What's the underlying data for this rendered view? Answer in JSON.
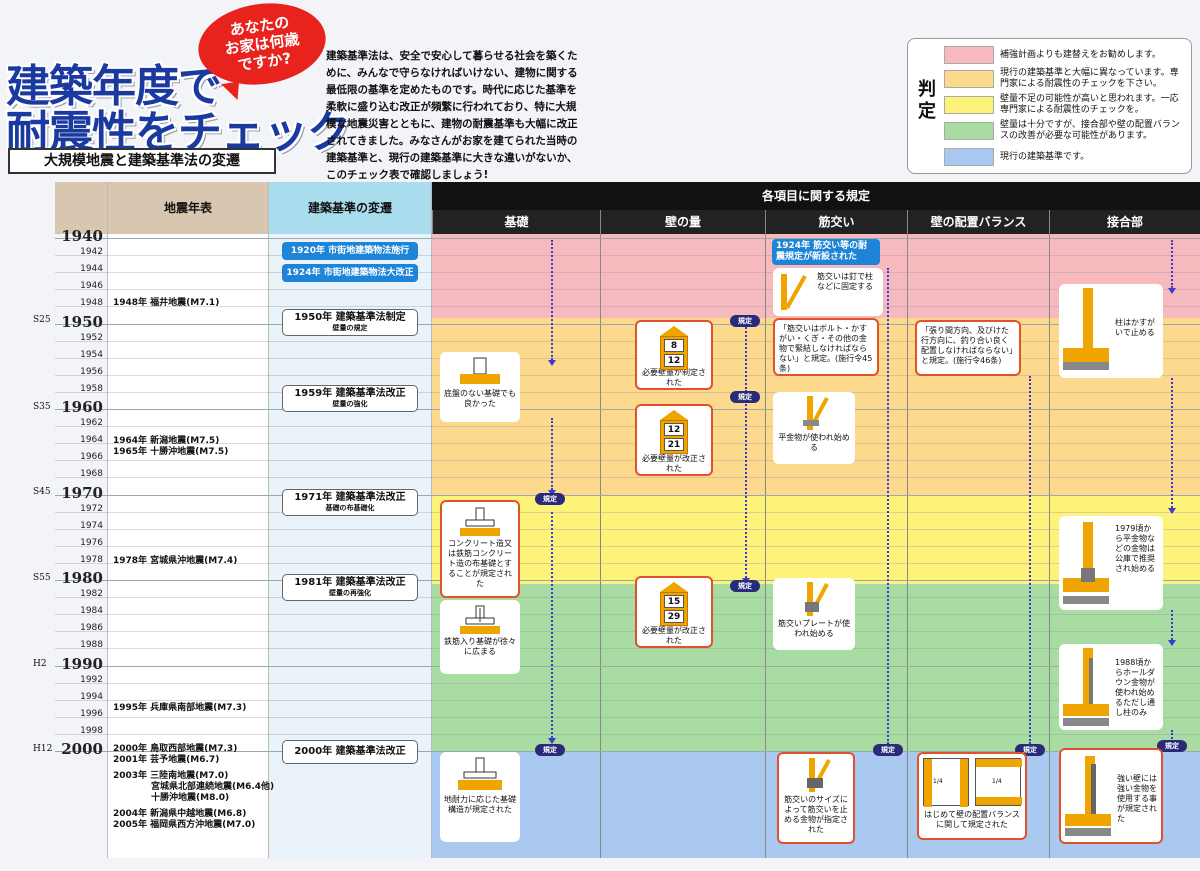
{
  "header": {
    "title_line1": "建築年度で",
    "title_line2": "耐震性をチェック",
    "bubble": [
      "あなたの",
      "お家は何歳",
      "ですか?"
    ],
    "subtitle": "大規模地震と建築基準法の変遷",
    "intro": "建築基準法は、安全で安心して暮らせる社会を築くために、みんなで守らなければいけない、建物に関する最低限の基準を定めたものです。時代に応じた基準を柔軟に盛り込む改正が頻繁に行われており、特に大規模な地震災害とともに、建物の耐震基準も大幅に改正されてきました。みなさんがお家を建てられた当時の建築基準と、現行の建築基準に大きな違いがないか、このチェック表で確認しましょう!"
  },
  "legend": {
    "label": "判定",
    "items": [
      {
        "color": "#f6b9bd",
        "text": "補強計画よりも建替えをお勧めします。"
      },
      {
        "color": "#fcd98d",
        "text": "現行の建築基準と大幅に異なっています。専門家による耐震性のチェックを下さい。"
      },
      {
        "color": "#fdf27a",
        "text": "壁量不足の可能性が高いと思われます。一応専門家による耐震性のチェックを。"
      },
      {
        "color": "#a8dca2",
        "text": "壁量は十分ですが、接合部や壁の配置バランスの改善が必要な可能性があります。"
      },
      {
        "color": "#a9c9f0",
        "text": "現行の建築基準です。"
      }
    ]
  },
  "columns": {
    "quake": "地震年表",
    "standard": "建築基準の変遷",
    "rules": "各項目に関する規定",
    "sub": [
      "基礎",
      "壁の量",
      "筋交い",
      "壁の配置バランス",
      "接合部"
    ]
  },
  "years": {
    "big": [
      "1940",
      "1950",
      "1960",
      "1970",
      "1980",
      "1990",
      "2000"
    ],
    "small": [
      "1942",
      "1944",
      "1946",
      "1948",
      "1952",
      "1954",
      "1956",
      "1958",
      "1962",
      "1964",
      "1966",
      "1968",
      "1972",
      "1974",
      "1976",
      "1978",
      "1982",
      "1984",
      "1986",
      "1988",
      "1992",
      "1994",
      "1996",
      "1998"
    ],
    "era": [
      "S25",
      "S35",
      "S45",
      "S55",
      "H2",
      "H12"
    ]
  },
  "quakes": [
    "1948年 福井地震(M7.1)",
    "1964年 新潟地震(M7.5)",
    "1965年 十勝沖地震(M7.5)",
    "1978年 宮城県沖地震(M7.4)",
    "1995年 兵庫県南部地震(M7.3)",
    "2000年 鳥取西部地震(M7.3)",
    "2001年 芸予地震(M6.7)",
    "2003年 三陸南地震(M7.0)",
    "宮城県北部連続地震(M6.4他)",
    "十勝沖地震(M8.0)",
    "2004年 新潟県中越地震(M6.8)",
    "2005年 福岡県西方沖地震(M7.0)"
  ],
  "standards": {
    "blue1": "1920年 市街地建築物法施行",
    "blue2": "1924年 市街地建築物法大改正",
    "s1950": "1950年 建築基準法制定",
    "s1950_sub": "壁量の規定",
    "s1959": "1959年 建築基準法改正",
    "s1959_sub": "壁量の強化",
    "s1971": "1971年 建築基準法改正",
    "s1971_sub": "基礎の布基礎化",
    "s1981": "1981年 建築基準法改正",
    "s1981_sub": "壁量の再強化",
    "s2000": "2000年 建築基準法改正"
  },
  "rule_label": "規定",
  "foundation": [
    "底盤のない基礎でも良かった",
    "コンクリート造又は鉄筋コンクリート造の布基礎とすることが規定された",
    "鉄筋入り基礎が徐々に広まる",
    "地耐力に応じた基礎構造が規定された"
  ],
  "wall": [
    {
      "nums": [
        "8",
        "12"
      ],
      "text": "必要壁量が制定された"
    },
    {
      "nums": [
        "12",
        "21"
      ],
      "text": "必要壁量が改正された"
    },
    {
      "nums": [
        "15",
        "29"
      ],
      "text": "必要壁量が改正された"
    }
  ],
  "brace": {
    "blue": "1924年 筋交い等の耐震規定が新設された",
    "c1": "筋交いは釘で柱などに固定する",
    "c2": "「筋交いはボルト・かすがい・くぎ・その他の金物で緊結しなければならない」と規定。(施行令45条)",
    "c3": "平金物が使われ始める",
    "c4": "筋交いプレートが使われ始める",
    "c5": "筋交いのサイズによって筋交いを止める金物が指定された"
  },
  "balance": {
    "c1": "「張り間方向、及びけた行方向に、釣り合い良く配置しなければならない」と規定。(施行令46条)",
    "c2": "はじめて壁の配置バランスに関して規定された",
    "q": "1/4"
  },
  "joint": {
    "c1": "柱はかすがいで止める",
    "c2": "1979頃から平金物などの金物は公庫で推奨され始める",
    "c3": "1988頃からホールダウン金物が使われ始めるただし通し柱のみ",
    "c4": "強い壁には強い金物を使用する事が規定された"
  }
}
